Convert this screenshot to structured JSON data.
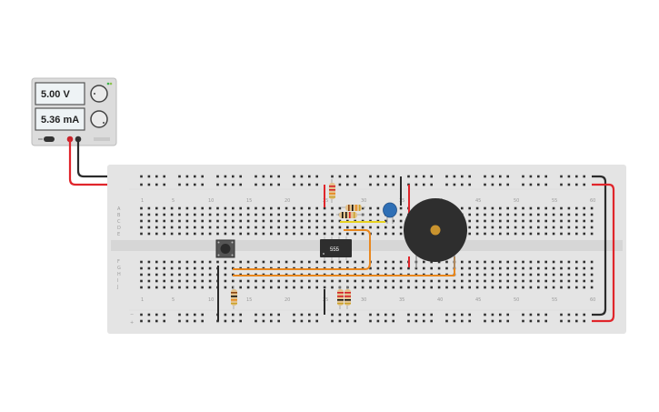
{
  "power_supply": {
    "voltage": "5.00 V",
    "current": "5.36 mA"
  },
  "breadboard": {
    "column_numbers": [
      "1",
      "5",
      "10",
      "15",
      "20",
      "25",
      "30",
      "35",
      "40",
      "45",
      "50",
      "55",
      "60"
    ],
    "rows_top": [
      "A",
      "B",
      "C",
      "D",
      "E"
    ],
    "rows_bottom": [
      "F",
      "G",
      "H",
      "I",
      "J"
    ],
    "rail_signs": [
      "−",
      "+"
    ]
  },
  "components": {
    "ic_label": "555"
  },
  "colors": {
    "wire_red": "#e0252b",
    "wire_black": "#2b2b2b",
    "wire_orange": "#e8871e",
    "wire_yellow": "#e8d21e",
    "buzzer": "#2e2e2e",
    "capacitor": "#2f6fb5",
    "breadboard": "#e4e4e4"
  }
}
